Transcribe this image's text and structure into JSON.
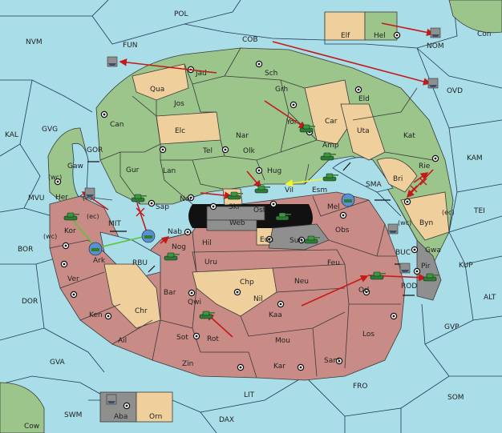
{
  "colors": {
    "sea": "#a9dde8",
    "green_power": "#9bc58b",
    "rose_power": "#c98b86",
    "neutral": "#efcf9c",
    "grey_power": "#8f8f8f",
    "order_move": "#c41a1a",
    "order_support": "#f4f42a",
    "order_convoy": "#59c43a"
  },
  "sea_labels": {
    "pol": "POL",
    "nvm": "NVM",
    "fun": "FUN",
    "cob": "COB",
    "nom": "NOM",
    "con": "Con",
    "ovd": "OVD",
    "kal": "KAL",
    "gvg": "GVG",
    "gor": "GOR",
    "mvu": "MVU",
    "bor": "BOR",
    "mit": "MIT",
    "rbu": "RBU",
    "dor": "DOR",
    "gva": "GVA",
    "swm": "SWM",
    "cow": "Cow",
    "dax": "DAX",
    "lit": "LIT",
    "fro": "FRO",
    "som": "SOM",
    "gvp": "GVP",
    "alt": "ALT",
    "kup": "KUP",
    "tei": "TEI",
    "kam": "KAM",
    "sma": "SMA",
    "buc": "BUC",
    "rod": "ROD"
  },
  "province_labels": {
    "elf": "Elf",
    "hel": "Hel",
    "jad": "Jad",
    "sch": "Sch",
    "qua": "Qua",
    "grh": "Grh",
    "eld": "Eld",
    "jos": "Jos",
    "can": "Can",
    "yor": "Yor",
    "car": "Car",
    "uta": "Uta",
    "kat": "Kat",
    "elc": "Elc",
    "nar": "Nar",
    "amp": "Amp",
    "tel": "Tel",
    "olk": "Olk",
    "gur": "Gur",
    "lan": "Lan",
    "hug": "Hug",
    "bri": "Bri",
    "rie": "Rie",
    "gaw": "Gaw",
    "her": "Her",
    "nor": "Nor",
    "skr": "Skr",
    "vil": "Vil",
    "esm": "Esm",
    "sap": "Sap",
    "ost": "Ost",
    "web": "Web",
    "mel": "Mel",
    "byn": "Byn",
    "kor": "Kor",
    "nab": "Nab",
    "hil": "Hil",
    "eun": "Eun",
    "sun": "Sun",
    "obs": "Obs",
    "ark": "Ark",
    "nog": "Nog",
    "gwa": "Gwa",
    "uru": "Uru",
    "feu": "Feu",
    "pir": "Pir",
    "ver": "Ver",
    "chp": "Chp",
    "neu": "Neu",
    "bar": "Bar",
    "qwi": "Qwi",
    "nil": "Nil",
    "orl": "Orl",
    "ken": "Ken",
    "chr": "Chr",
    "kaa": "Kaa",
    "ail": "Ail",
    "sot": "Sot",
    "rot": "Rot",
    "los": "Los",
    "mou": "Mou",
    "zin": "Zin",
    "kar": "Kar",
    "sam": "Sam",
    "aba": "Aba",
    "orn": "Orn"
  },
  "coast_labels": {
    "wc_her": "(wc)",
    "ec_her": "(ec)",
    "ec_kor": "(ec)",
    "wc_kor": "(wc)",
    "ec_byn": "(ec)",
    "wc_byn": "(wc)"
  }
}
